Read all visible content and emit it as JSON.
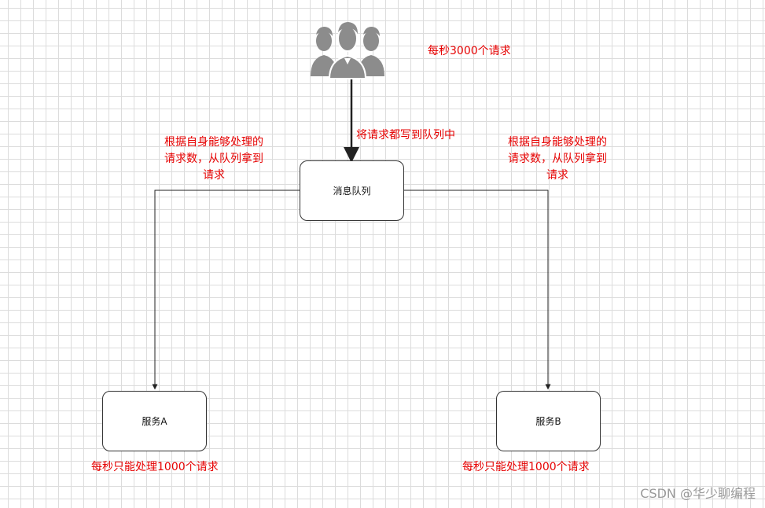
{
  "users": {
    "icon": "users-group-icon",
    "rate_label": "每秒3000个请求"
  },
  "queue": {
    "label": "消息队列",
    "incoming_label": "将请求都写到队列中"
  },
  "pull_notes": {
    "left": [
      "根据自身能够处理的",
      "请求数，从队列拿到",
      "请求"
    ],
    "right": [
      "根据自身能够处理的",
      "请求数，从队列拿到",
      "请求"
    ]
  },
  "services": [
    {
      "label": "服务A",
      "capacity": "每秒只能处理1000个请求"
    },
    {
      "label": "服务B",
      "capacity": "每秒只能处理1000个请求"
    }
  ],
  "watermark": "CSDN @华少聊编程",
  "colors": {
    "annotation": "#e60000",
    "line": "#222222",
    "icon": "#8c8c8c"
  }
}
